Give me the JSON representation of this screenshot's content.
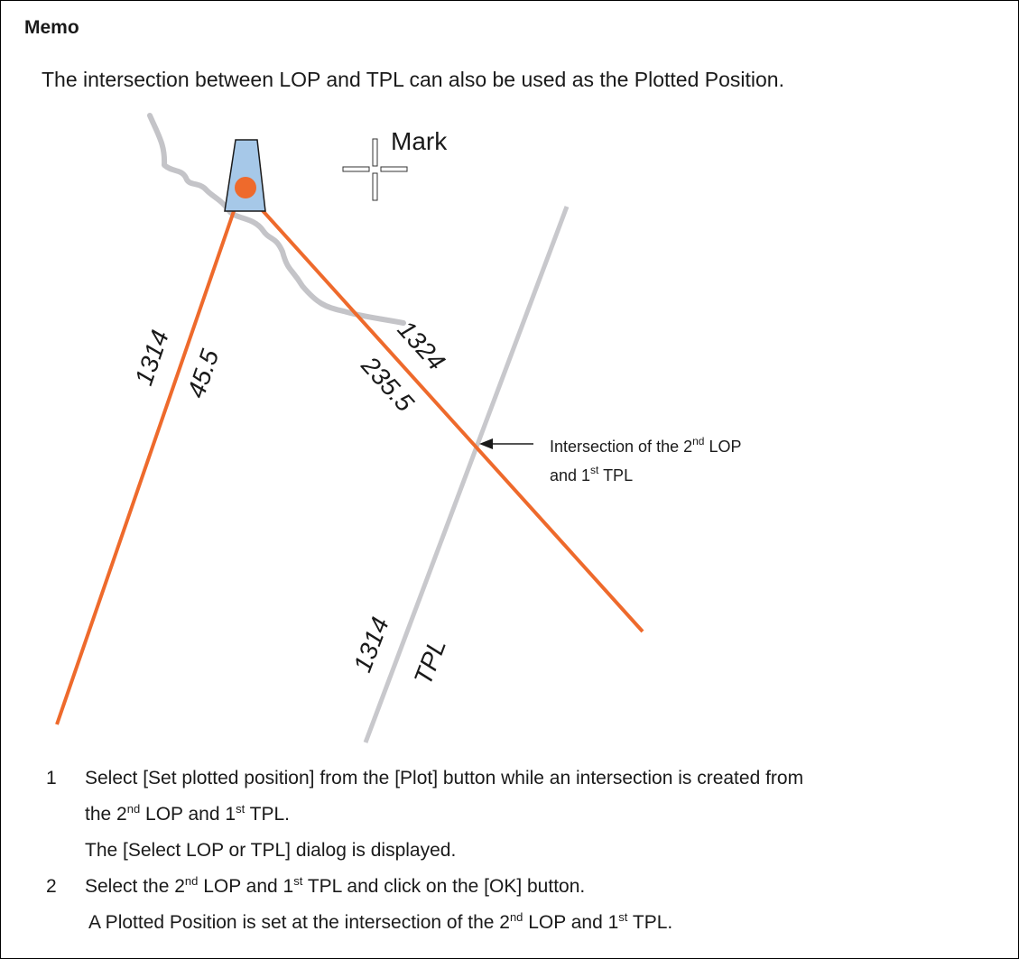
{
  "memo": {
    "title": "Memo",
    "intro": "The intersection between LOP and TPL can also be used as the Plotted Position."
  },
  "figure": {
    "mark_label": "Mark",
    "lop1_time": "1314",
    "lop1_bearing": "45.5",
    "lop2_time": "1324",
    "lop2_bearing": "235.5",
    "tpl_time": "1314",
    "tpl_label": "TPL",
    "callout": {
      "line1_a": "Intersection of the 2",
      "line1_sup": "nd",
      "line1_b": " LOP",
      "line2_a": "and 1",
      "line2_sup": "st",
      "line2_b": " TPL"
    },
    "colors": {
      "lop": "#ee6a2c",
      "tpl": "#c8c8cc",
      "coast": "#c4c4c8",
      "mark_fill": "#a6c8e8",
      "mark_dot": "#ee6a2c"
    }
  },
  "steps": [
    {
      "number": "1",
      "line1": "Select [Set plotted position] from the [Plot] button while an intersection is created from",
      "line2_a": "the 2",
      "line2_sup1": "nd",
      "line2_b": " LOP and 1",
      "line2_sup2": "st",
      "line2_c": " TPL.",
      "line3": "The [Select LOP or TPL] dialog is displayed."
    },
    {
      "number": "2",
      "line1_a": "Select the 2",
      "line1_sup1": "nd",
      "line1_b": " LOP and 1",
      "line1_sup2": "st",
      "line1_c": " TPL and click on the [OK] button.",
      "line2_a": "A Plotted Position is set at the intersection of the 2",
      "line2_sup1": "nd",
      "line2_b": " LOP and 1",
      "line2_sup2": "st",
      "line2_c": " TPL."
    }
  ]
}
